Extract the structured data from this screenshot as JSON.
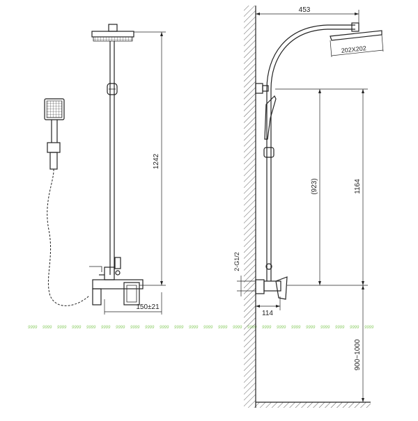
{
  "diagram": {
    "dimensions": {
      "rail_height": "1242",
      "mixer_offset": "150±21",
      "arm_reach": "453",
      "head_size": "202X202",
      "outlet_height": "1164",
      "handshower_height": "(923)",
      "inlet_thread": "2-G1/2",
      "wall_offset": "114",
      "install_height": "900~1000"
    },
    "watermark_text": "9999"
  }
}
